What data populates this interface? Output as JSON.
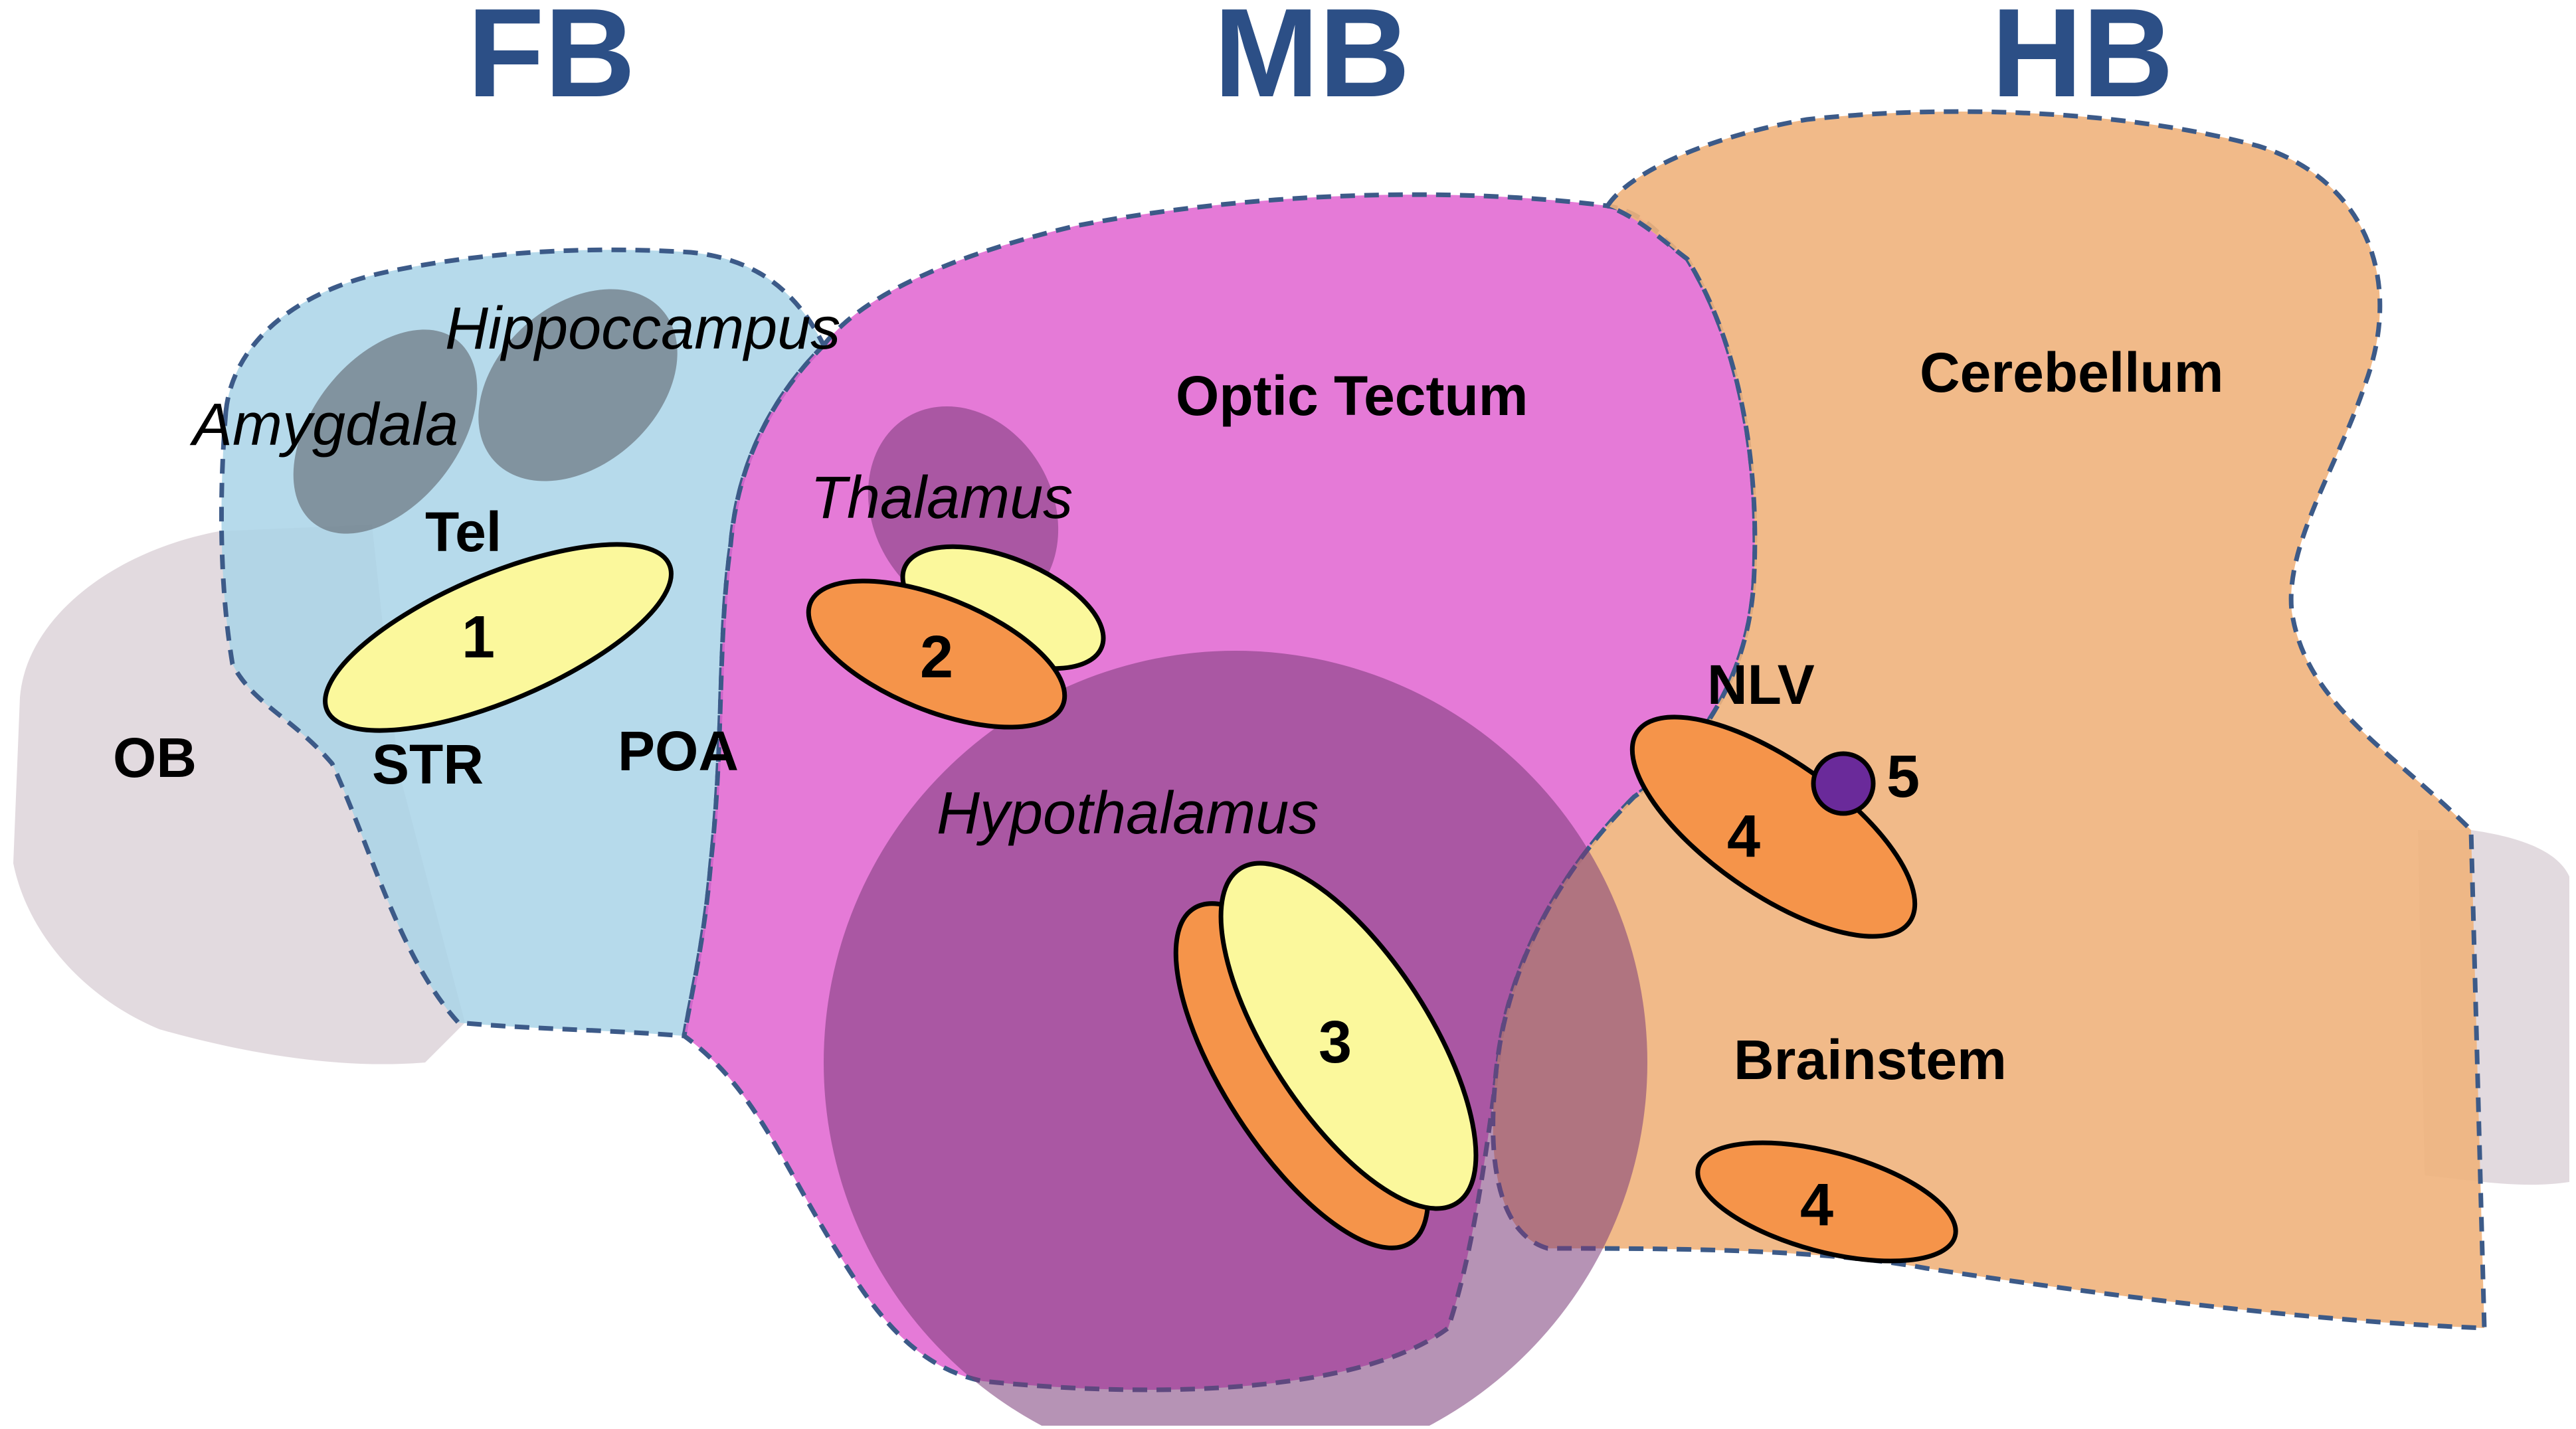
{
  "colors": {
    "title": "#2c4f86",
    "forebrain": "#a9d3e8",
    "midbrain": "#e168d2",
    "hindbrain": "#f0b27c",
    "base_tissue": "#ddd4d9",
    "shadow_region": "#555a60",
    "deep_region": "#7a3a78",
    "yellow_marker": "#fbf89c",
    "orange_marker": "#f5944a",
    "purple_marker": "#6a2a9a",
    "outline": "#3c5a88"
  },
  "titles": {
    "forebrain": "FB",
    "midbrain": "MB",
    "hindbrain": "HB"
  },
  "labels": {
    "hippocampus": "Hippoccampus",
    "amygdala": "Amygdala",
    "tel": "Tel",
    "ob": "OB",
    "str": "STR",
    "poa": "POA",
    "thalamus": "Thalamus",
    "optic_tectum": "Optic Tectum",
    "hypothalamus": "Hypothalamus",
    "cerebellum": "Cerebellum",
    "nlv": "NLV",
    "brainstem": "Brainstem"
  },
  "markers": {
    "m1": "1",
    "m2": "2",
    "m3": "3",
    "m4a": "4",
    "m4b": "4",
    "m5": "5"
  }
}
